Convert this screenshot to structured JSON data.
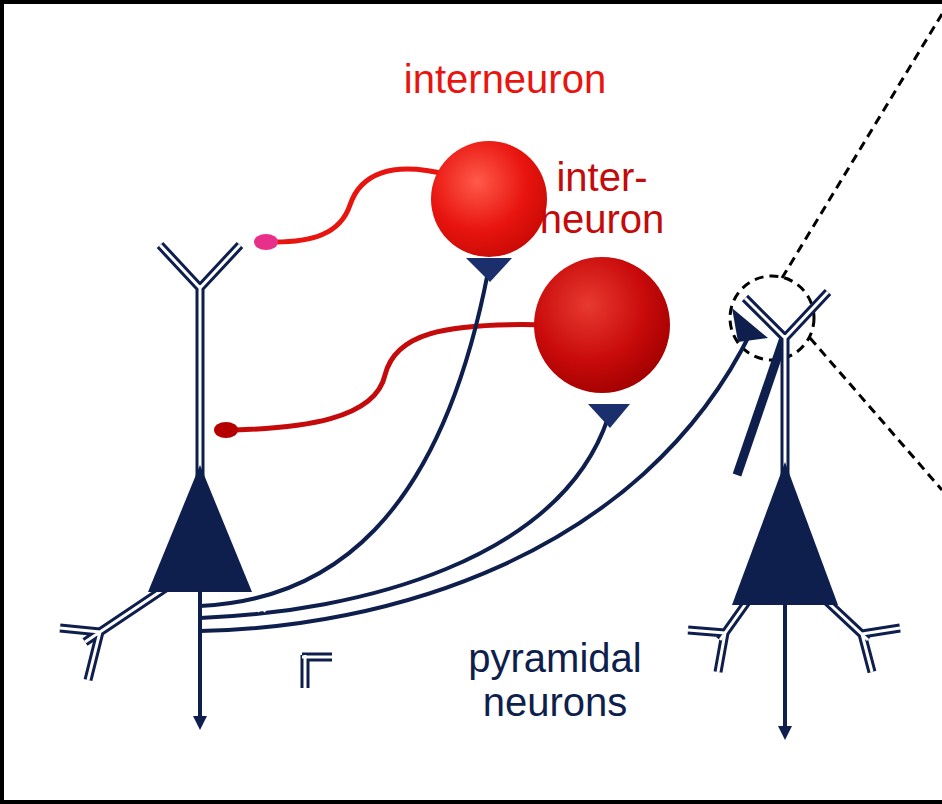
{
  "diagram": {
    "nodes": [
      {
        "text": [
          "interneuron"
        ]
      },
      {
        "text": [
          "inter- neuron"
        ]
      }
    ],
    "labels": [
      "pyramidal neurons"
    ]
  }
}
